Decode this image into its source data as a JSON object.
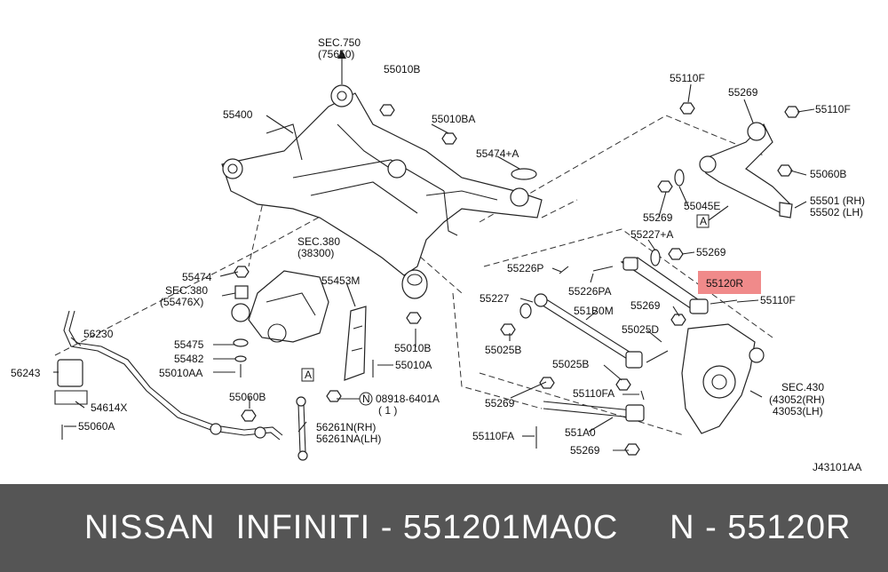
{
  "footer": {
    "caption": "NISSAN  INFINITI - 551201MA0C     N - 55120R"
  },
  "diagram": {
    "highlight_color": "#f08a8a",
    "drawing_number": "J43101AA",
    "labels": {
      "sec750a": "SEC.750",
      "sec750b": "(75650)",
      "p55010b_top": "55010B",
      "p55400": "55400",
      "p55010ba": "55010BA",
      "p55474a": "55474+A",
      "sec380a": "SEC.380",
      "sec380b": "(38300)",
      "p55474": "55474",
      "sec380c": "SEC.380",
      "sec380d": "(55476X)",
      "p55453m": "55453M",
      "p55475": "55475",
      "p55482": "55482",
      "p55010aa": "55010AA",
      "p56230": "56230",
      "p56243": "56243",
      "p54614x": "54614X",
      "p55060a": "55060A",
      "p55060b_l": "55060B",
      "p55010b_mid": "55010B",
      "p55010a": "55010A",
      "cbox_a1": "A",
      "nbolt": "08918-6401A",
      "nbolt_qty": "( 1 )",
      "n_circle": "N",
      "p56261n": "56261N(RH)",
      "p56261na": "56261NA(LH)",
      "p55110f_t": "55110F",
      "p55269_t": "55269",
      "p55110f_tr": "55110F",
      "p55060b_r": "55060B",
      "p55045e": "55045E",
      "p55269_r1": "55269",
      "p55501": "55501 (RH)",
      "p55502": "55502 (LH)",
      "cbox_a2": "A",
      "p55227a": "55227+A",
      "p55269_r2": "55269",
      "p55226p": "55226P",
      "p55120r": "55120R",
      "p55226pa": "55226PA",
      "p55110f_m": "55110F",
      "p55227": "55227",
      "p551b0m": "551B0M",
      "p55269_m": "55269",
      "p55025d": "55025D",
      "p55025b": "55025B",
      "p55025b_r": "55025B",
      "p55269_b": "55269",
      "p55110fa_r": "55110FA",
      "sec430a": "SEC.430",
      "sec430b": "(43052(RH)",
      "sec430c": "43053(LH)",
      "p55110fa_b": "55110FA",
      "p551a0": "551A0",
      "p55269_bb": "55269"
    }
  }
}
